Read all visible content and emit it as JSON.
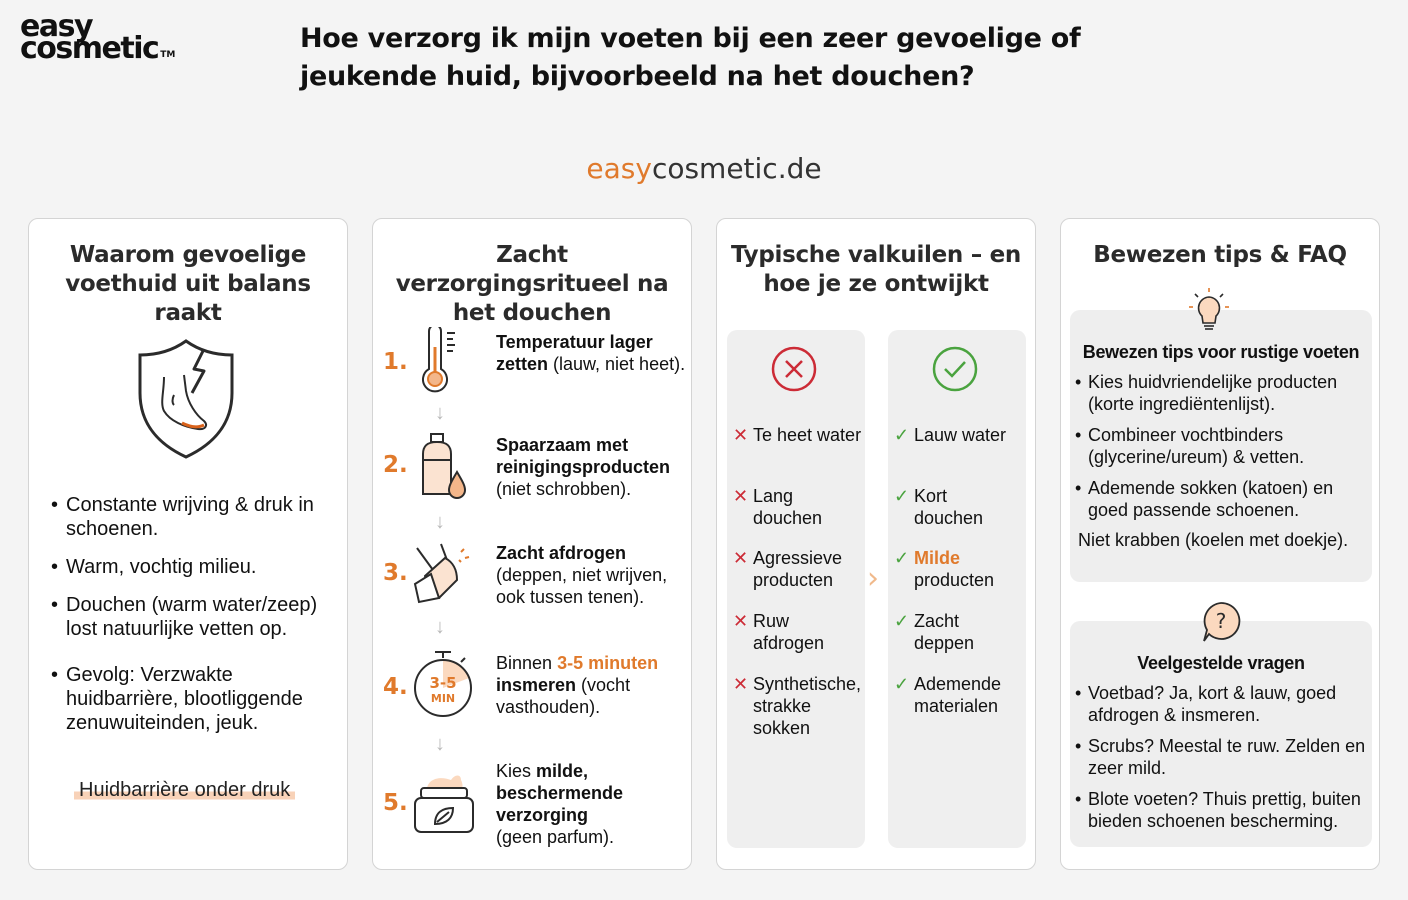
{
  "brand": {
    "logo_line1": "easy",
    "logo_line2": "cosmetic",
    "logo_tm": "TM",
    "site_prefix": "easy",
    "site_suffix": "cosmetic.de",
    "accent_color": "#e07a2c"
  },
  "header": {
    "title": "Hoe verzorg ik mijn voeten bij een zeer gevoelige of jeukende huid, bijvoorbeeld na het douchen?"
  },
  "cards": [
    {
      "title": "Waarom gevoelige voethuid uit balans raakt",
      "icon": "shield-foot-crack-icon",
      "bullets": [
        "Constante wrijving & druk in schoenen.",
        "Warm, vochtig milieu.",
        "Douchen (warm water/zeep) lost natuurlijke vetten op.",
        "Gevolg: Verzwakte huidbarrière, blootliggende zenuwuiteinden, jeuk."
      ],
      "highlight": "Huidbarrière onder druk"
    },
    {
      "title": "Zacht verzorgingsritueel na het douchen",
      "steps": [
        {
          "num": "1.",
          "icon": "thermometer-icon",
          "bold": "Temperatuur lager zetten",
          "rest": " (lauw, niet heet)."
        },
        {
          "num": "2.",
          "icon": "soap-bottle-drop-icon",
          "bold": "Spaarzaam met reinigingsproducten",
          "rest": " (niet schrobben)."
        },
        {
          "num": "3.",
          "icon": "towel-foot-icon",
          "bold": "Zacht afdrogen",
          "rest": " (deppen, niet wrijven, ook tussen tenen)."
        },
        {
          "num": "4.",
          "icon": "stopwatch-icon",
          "pre": "Binnen ",
          "orange": "3-5 minuten",
          "bold": "insmeren",
          "rest": " (vocht vasthouden).",
          "timer_top": "3-5",
          "timer_bottom": "MIN"
        },
        {
          "num": "5.",
          "icon": "cream-jar-leaf-icon",
          "pre": "Kies ",
          "bold": "milde, beschermende verzorging",
          "rest": " (geen parfum)."
        }
      ]
    },
    {
      "title": "Typische valkuilen – en hoe je ze ontwijkt",
      "dont": [
        "Te heet water",
        "Lang douchen",
        "Agressieve producten",
        "Ruw afdrogen",
        "Synthetische, strakke sokken"
      ],
      "do": [
        {
          "bold": "",
          "text": "Lauw water"
        },
        {
          "bold": "",
          "text": "Kort douchen"
        },
        {
          "bold": "Milde",
          "text": " producten"
        },
        {
          "bold": "",
          "text": "Zacht deppen"
        },
        {
          "bold": "",
          "text": "Ademende materialen"
        }
      ],
      "x_color": "#cc2b36",
      "check_color": "#4aa33f"
    },
    {
      "title": "Bewezen tips & FAQ",
      "tips": {
        "title": "Bewezen tips voor rustige voeten",
        "items": [
          "Kies huidvriendelijke producten (korte ingrediëntenlijst).",
          "Combineer vochtbinders (glycerine/ureum) & vetten.",
          "Ademende sokken (katoen) en goed passende schoenen."
        ],
        "extra": "Niet krabben (koelen met doekje)."
      },
      "faq": {
        "title": "Veelgestelde vragen",
        "items": [
          "Voetbad? Ja, kort & lauw, goed afdrogen & insmeren.",
          "Scrubs? Meestal te ruw. Zelden en zeer mild.",
          "Blote voeten? Thuis prettig, buiten bieden schoenen bescherming."
        ]
      }
    }
  ]
}
